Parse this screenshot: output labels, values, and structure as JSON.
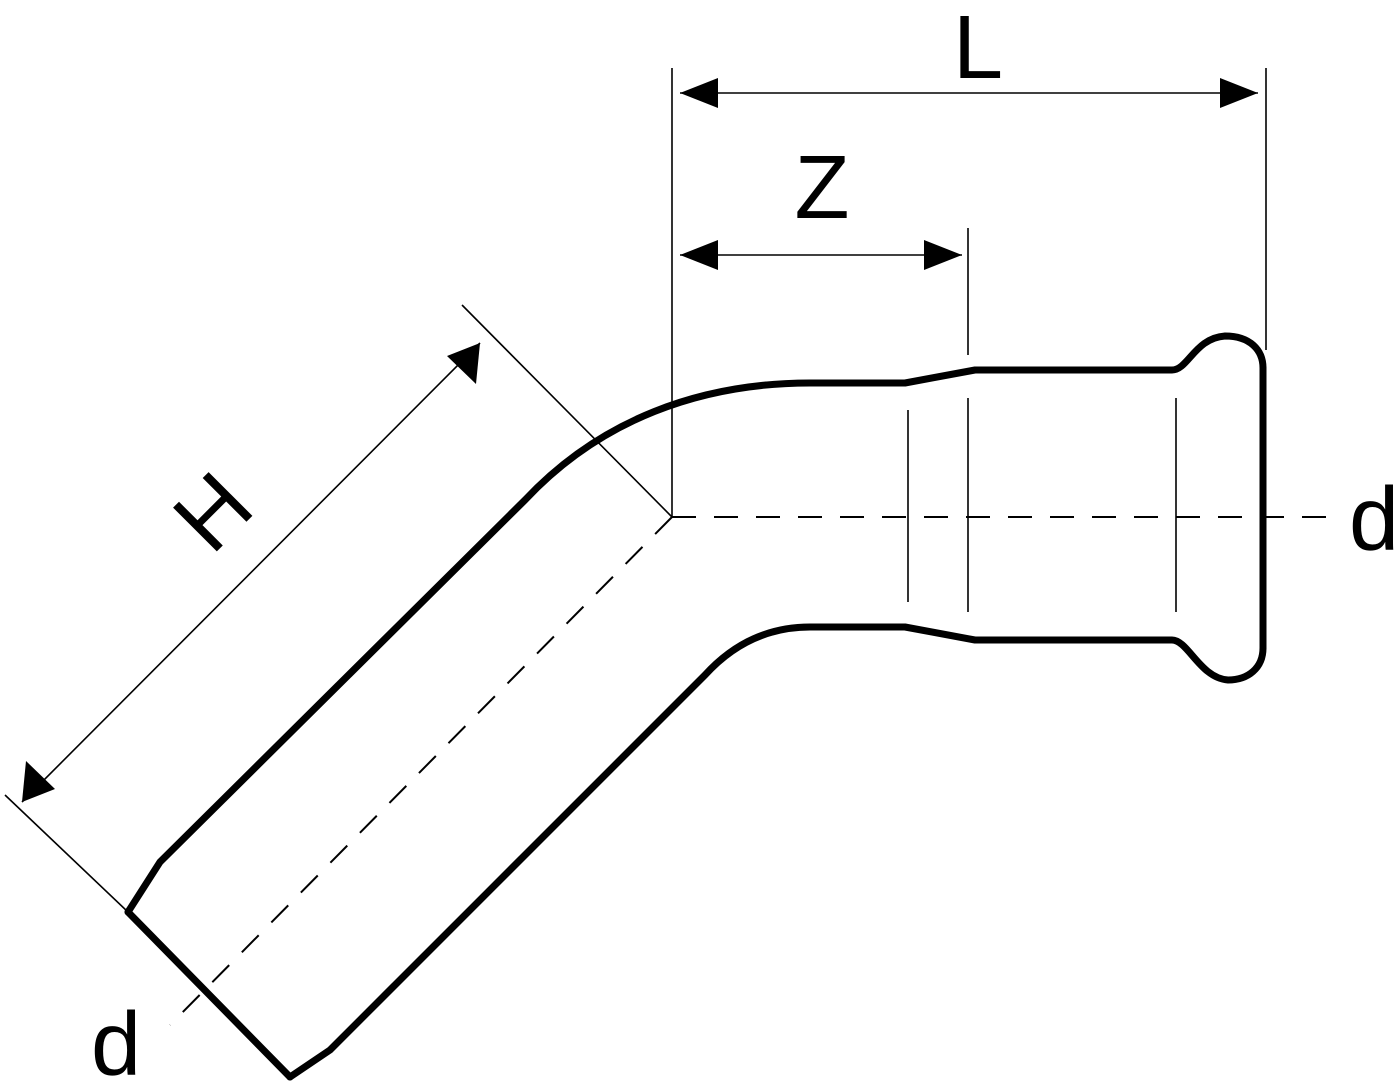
{
  "diagram": {
    "labels": {
      "L": "L",
      "Z": "Z",
      "H": "H",
      "d_right": "d",
      "d_left": "d"
    }
  }
}
